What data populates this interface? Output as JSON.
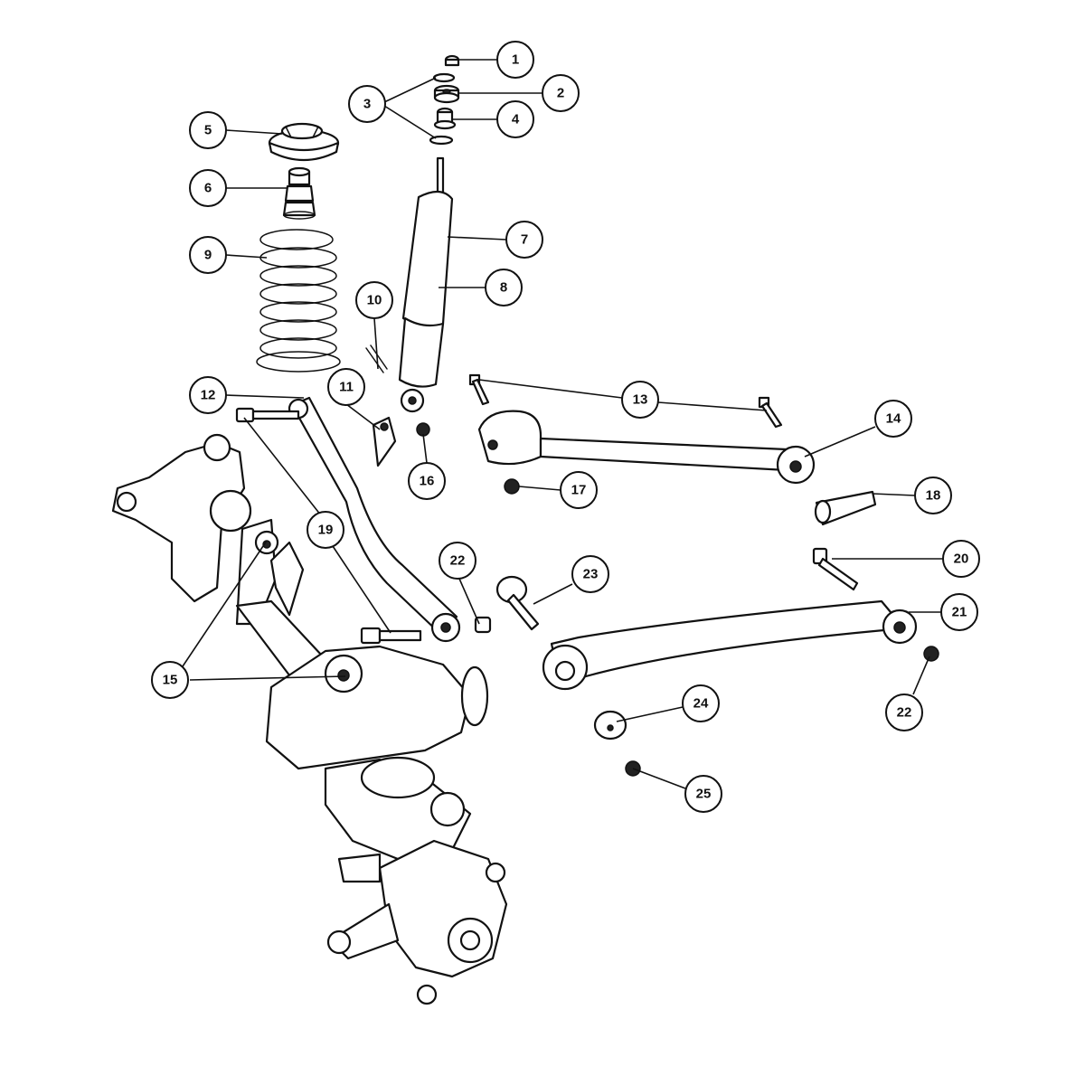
{
  "callouts": [
    {
      "id": "c1",
      "label": "1"
    },
    {
      "id": "c2",
      "label": "2"
    },
    {
      "id": "c3",
      "label": "3"
    },
    {
      "id": "c4",
      "label": "4"
    },
    {
      "id": "c5",
      "label": "5"
    },
    {
      "id": "c6",
      "label": "6"
    },
    {
      "id": "c7",
      "label": "7"
    },
    {
      "id": "c8",
      "label": "8"
    },
    {
      "id": "c9",
      "label": "9"
    },
    {
      "id": "c10",
      "label": "10"
    },
    {
      "id": "c11",
      "label": "11"
    },
    {
      "id": "c12",
      "label": "12"
    },
    {
      "id": "c13",
      "label": "13"
    },
    {
      "id": "c14",
      "label": "14"
    },
    {
      "id": "c15",
      "label": "15"
    },
    {
      "id": "c16",
      "label": "16"
    },
    {
      "id": "c17",
      "label": "17"
    },
    {
      "id": "c18",
      "label": "18"
    },
    {
      "id": "c19",
      "label": "19"
    },
    {
      "id": "c20",
      "label": "20"
    },
    {
      "id": "c21",
      "label": "21"
    },
    {
      "id": "c22a",
      "label": "22"
    },
    {
      "id": "c22b",
      "label": "22"
    },
    {
      "id": "c23",
      "label": "23"
    },
    {
      "id": "c24",
      "label": "24"
    },
    {
      "id": "c25",
      "label": "25"
    }
  ]
}
